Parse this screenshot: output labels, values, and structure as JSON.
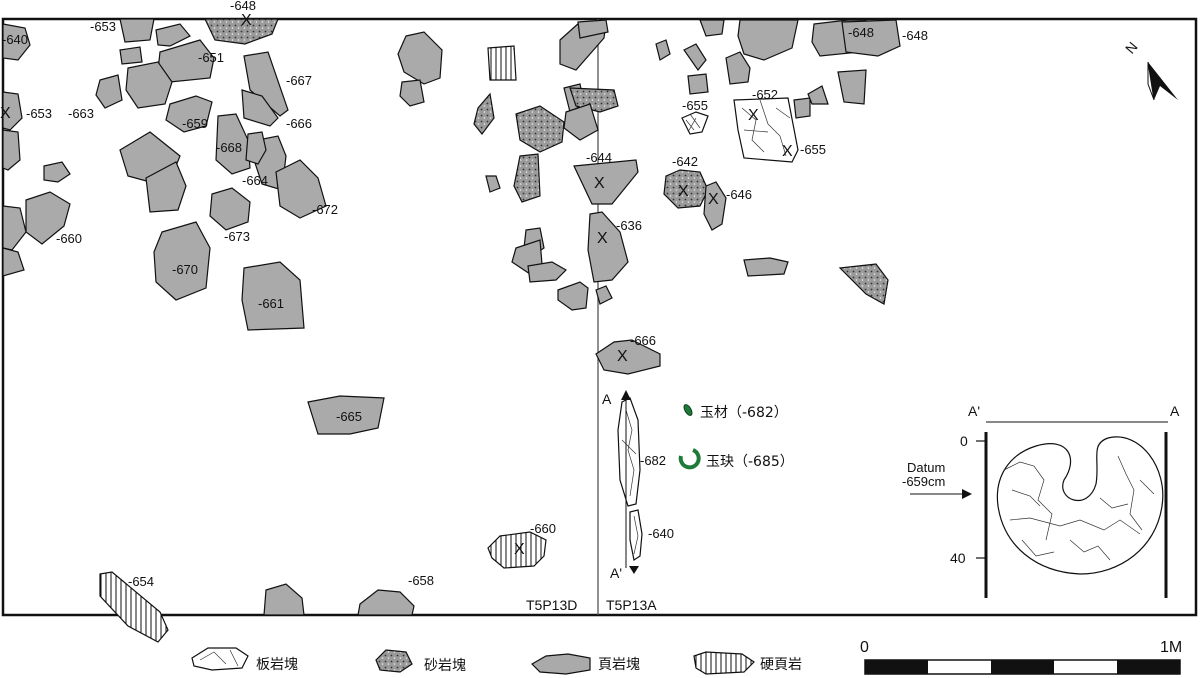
{
  "units": {
    "T5P13D": "T5P13D",
    "T5P13A": "T5P13A"
  },
  "depth_labels": {
    "l648a": "-648",
    "l653a": "-653",
    "l640a": "-640",
    "l651": "-651",
    "l667": "-667",
    "l653b": "-653",
    "l663": "-663",
    "l659": "-659",
    "l666a": "-666",
    "l668": "-668",
    "l664": "-664",
    "l672": "-672",
    "l660a": "-660",
    "l673": "-673",
    "l670": "-670",
    "l661": "-661",
    "l665": "-665",
    "l654": "-654",
    "l658": "-658",
    "l660b": "-660",
    "l644": "-644",
    "l636": "-636",
    "l666b": "-666",
    "l682": "-682",
    "l640b": "-640",
    "l642": "-642",
    "l646": "-646",
    "l655a": "-655",
    "l652": "-652",
    "l655b": "-655",
    "l648b": "-648",
    "l648c": "-648"
  },
  "finds": {
    "jade_material": "玉材（-682）",
    "jade_jue": "玉玦（-685）"
  },
  "section": {
    "a_label": "A",
    "a_prime_label": "A'",
    "inset_a_prime": "A'",
    "inset_a": "A",
    "datum_label": "Datum",
    "datum_depth": "-659cm",
    "scale_top": "0",
    "scale_bottom": "40"
  },
  "legend": {
    "slate": "板岩塊",
    "sandstone": "砂岩塊",
    "shale": "頁岩塊",
    "hard_shale": "硬頁岩"
  },
  "scale_bar": {
    "start": "0",
    "end": "1M"
  },
  "north_label": "N",
  "colors": {
    "shale": "#aaaaaa",
    "sandstone": "#8a8a8a",
    "jade": "#1f7a3a"
  }
}
